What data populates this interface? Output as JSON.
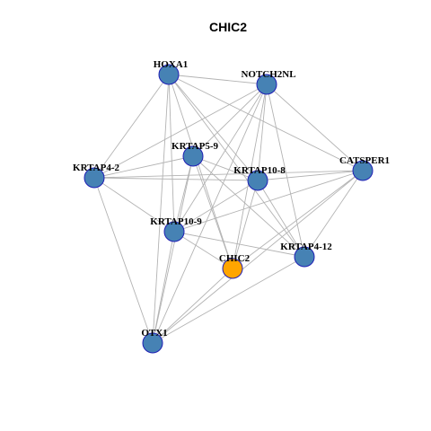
{
  "title": "CHIC2",
  "colors": {
    "node_default": "#4682b4",
    "node_focus": "#ffa500",
    "node_border": "#1f1fb5",
    "edge": "#b3b3b3"
  },
  "network": {
    "focus_node": "CHIC2",
    "nodes": [
      {
        "id": "HOXA1",
        "label": "HOXA1"
      },
      {
        "id": "NOTCH2NL",
        "label": "NOTCH2NL"
      },
      {
        "id": "KRTAP5-9",
        "label": "KRTAP5-9"
      },
      {
        "id": "KRTAP4-2",
        "label": "KRTAP4-2"
      },
      {
        "id": "KRTAP10-8",
        "label": "KRTAP10-8"
      },
      {
        "id": "CATSPER1",
        "label": "CATSPER1"
      },
      {
        "id": "KRTAP10-9",
        "label": "KRTAP10-9"
      },
      {
        "id": "CHIC2",
        "label": "CHIC2"
      },
      {
        "id": "KRTAP4-12",
        "label": "KRTAP4-12"
      },
      {
        "id": "OTX1",
        "label": "OTX1"
      }
    ],
    "edges": [
      [
        "HOXA1",
        "NOTCH2NL"
      ],
      [
        "HOXA1",
        "KRTAP4-2"
      ],
      [
        "HOXA1",
        "KRTAP10-9"
      ],
      [
        "HOXA1",
        "KRTAP10-8"
      ],
      [
        "HOXA1",
        "CHIC2"
      ],
      [
        "HOXA1",
        "CATSPER1"
      ],
      [
        "HOXA1",
        "KRTAP4-12"
      ],
      [
        "HOXA1",
        "OTX1"
      ],
      [
        "NOTCH2NL",
        "KRTAP4-2"
      ],
      [
        "NOTCH2NL",
        "KRTAP5-9"
      ],
      [
        "NOTCH2NL",
        "KRTAP10-8"
      ],
      [
        "NOTCH2NL",
        "CATSPER1"
      ],
      [
        "NOTCH2NL",
        "KRTAP10-9"
      ],
      [
        "NOTCH2NL",
        "CHIC2"
      ],
      [
        "NOTCH2NL",
        "KRTAP4-12"
      ],
      [
        "NOTCH2NL",
        "OTX1"
      ],
      [
        "KRTAP5-9",
        "KRTAP4-2"
      ],
      [
        "KRTAP5-9",
        "KRTAP10-8"
      ],
      [
        "KRTAP5-9",
        "KRTAP10-9"
      ],
      [
        "KRTAP5-9",
        "CHIC2"
      ],
      [
        "KRTAP5-9",
        "KRTAP4-12"
      ],
      [
        "KRTAP5-9",
        "OTX1"
      ],
      [
        "KRTAP4-2",
        "KRTAP10-8"
      ],
      [
        "KRTAP4-2",
        "KRTAP10-9"
      ],
      [
        "KRTAP4-2",
        "CATSPER1"
      ],
      [
        "KRTAP4-2",
        "OTX1"
      ],
      [
        "KRTAP10-8",
        "CATSPER1"
      ],
      [
        "KRTAP10-8",
        "KRTAP10-9"
      ],
      [
        "KRTAP10-8",
        "CHIC2"
      ],
      [
        "KRTAP10-8",
        "KRTAP4-12"
      ],
      [
        "CATSPER1",
        "KRTAP10-9"
      ],
      [
        "CATSPER1",
        "CHIC2"
      ],
      [
        "CATSPER1",
        "KRTAP4-12"
      ],
      [
        "CATSPER1",
        "OTX1"
      ],
      [
        "KRTAP10-9",
        "CHIC2"
      ],
      [
        "KRTAP10-9",
        "KRTAP4-12"
      ],
      [
        "KRTAP10-9",
        "OTX1"
      ],
      [
        "CHIC2",
        "OTX1"
      ],
      [
        "KRTAP4-12",
        "OTX1"
      ]
    ]
  }
}
